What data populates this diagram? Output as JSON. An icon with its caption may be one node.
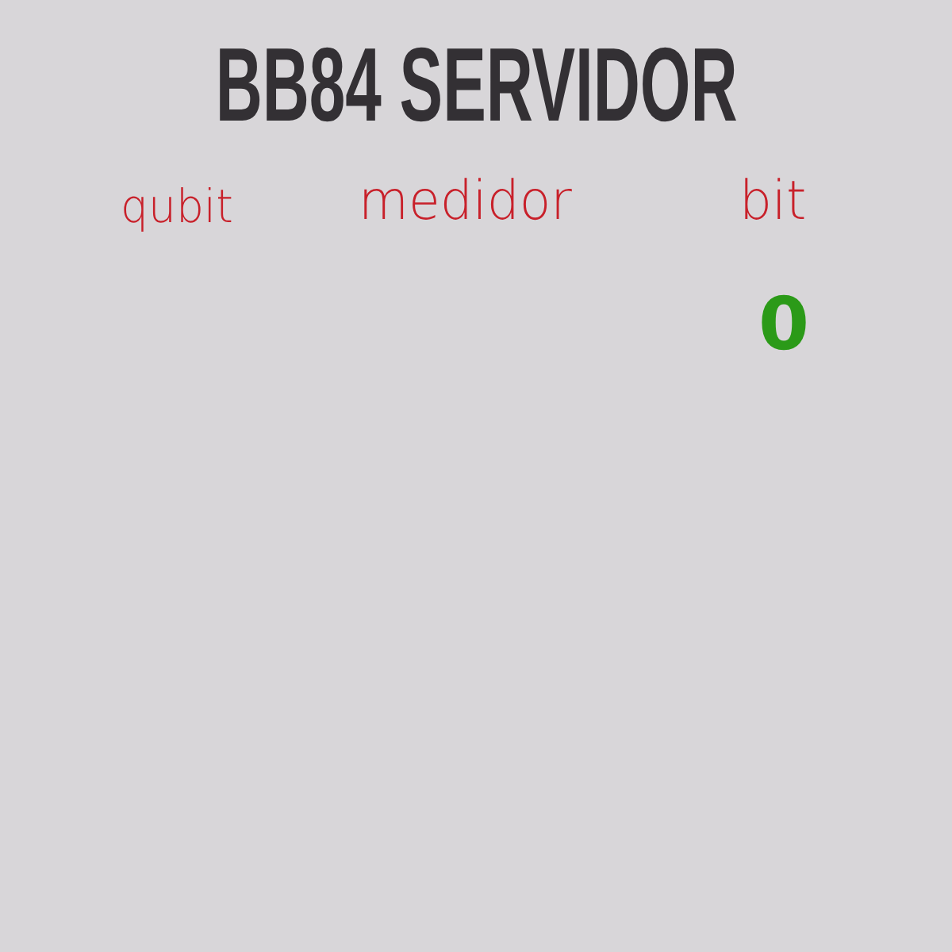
{
  "diagram": {
    "title": "BB84 SERVIDOR",
    "labels": [
      "qubit",
      "medidor",
      "bit",
      "0"
    ]
  }
}
